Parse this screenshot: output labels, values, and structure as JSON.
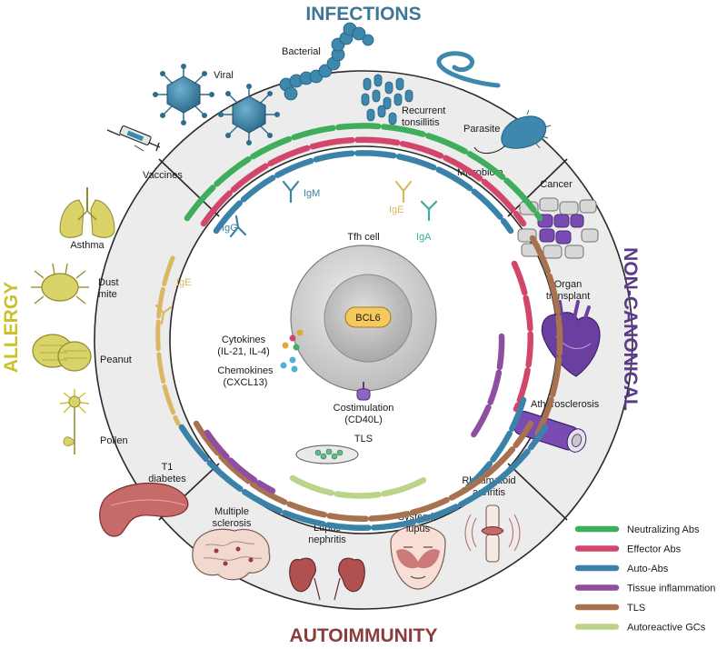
{
  "categories": {
    "infections": "INFECTIONS",
    "allergy": "ALLERGY",
    "non_canonical": "NON-CANONICAL",
    "autoimmunity": "AUTOIMMUNITY"
  },
  "infections_items": {
    "viral": "Viral",
    "bacterial": "Bacterial",
    "recurrent_1": "Recurrent",
    "recurrent_2": "tonsillitis",
    "parasite": "Parasite",
    "vaccines": "Vaccines",
    "microbiota": "Microbiota"
  },
  "allergy_items": {
    "asthma": "Asthma",
    "dust_1": "Dust",
    "dust_2": "mite",
    "peanut": "Peanut",
    "pollen": "Pollen"
  },
  "noncanonical_items": {
    "cancer": "Cancer",
    "organ_1": "Organ",
    "organ_2": "transplant",
    "athero": "Atherosclerosis"
  },
  "autoimmunity_items": {
    "t1_1": "T1",
    "t1_2": "diabetes",
    "ms_1": "Multiple",
    "ms_2": "sclerosis",
    "lupus_n_1": "Lupus",
    "lupus_n_2": "nephritis",
    "sle_1": "Systemic",
    "sle_2": "lupus",
    "ra_1": "Rheumatoid",
    "ra_2": "arthritis"
  },
  "center": {
    "tfh": "Tfh cell",
    "bcl6": "BCL6",
    "cyto_1": "Cytokines",
    "cyto_2": "(IL-21, IL-4)",
    "chemo_1": "Chemokines",
    "chemo_2": "(CXCL13)",
    "costim_1": "Costimulation",
    "costim_2": "(CD40L)",
    "tls": "TLS"
  },
  "antibodies": {
    "igm": "IgM",
    "igg": "IgG",
    "ige_top": "IgE",
    "iga": "IgA",
    "ige_left": "IgE"
  },
  "legend": [
    {
      "label": "Neutralizing Abs",
      "color": "#3fae5c"
    },
    {
      "label": "Effector Abs",
      "color": "#d1466a"
    },
    {
      "label": "Auto-Abs",
      "color": "#3b82a8"
    },
    {
      "label": "Tissue inflammation",
      "color": "#8e4fa0"
    },
    {
      "label": "TLS",
      "color": "#a87250"
    },
    {
      "label": "Autoreactive GCs",
      "color": "#bcd48a"
    }
  ],
  "colors": {
    "infections": "#3f7696",
    "allergy": "#c9c22a",
    "non_canonical": "#5b3a8c",
    "autoimmunity": "#8b3c3c"
  }
}
